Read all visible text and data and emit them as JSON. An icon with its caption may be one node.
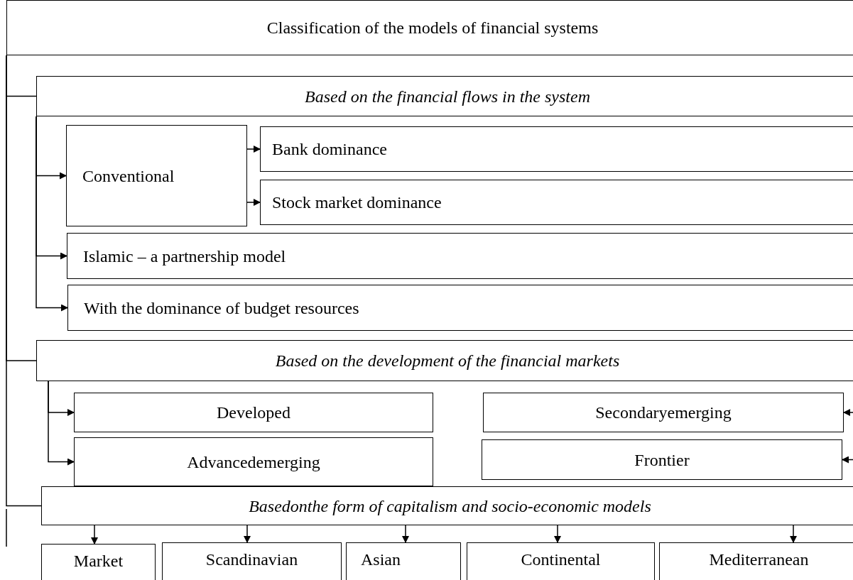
{
  "diagram": {
    "nodes": [
      {
        "text": [
          "Classification of the models of financial systems"
        ]
      },
      {
        "text": [
          "Based on the financial flows in the system"
        ]
      },
      {
        "text": [
          "Conventional"
        ]
      },
      {
        "text": [
          "Bank dominance"
        ]
      },
      {
        "text": [
          "Stock market dominance"
        ]
      },
      {
        "text": [
          "Islamic – a partnership model"
        ]
      },
      {
        "text": [
          "With the dominance of budget resources"
        ]
      },
      {
        "text": [
          "Based on the development of the financial markets"
        ]
      },
      {
        "text": [
          "Developed"
        ]
      },
      {
        "text": [
          "Advancedemerging"
        ]
      },
      {
        "text": [
          "Secondaryemerging"
        ]
      },
      {
        "text": [
          "Frontier"
        ]
      },
      {
        "text": [
          "Basedonthe form of capitalism and socio-economic models"
        ]
      },
      {
        "text": [
          "Market"
        ]
      },
      {
        "text": [
          "Scandinavian"
        ]
      },
      {
        "text": [
          "Asian"
        ]
      },
      {
        "text": [
          "Continental"
        ]
      },
      {
        "text": [
          "Mediterranean"
        ]
      }
    ],
    "edges": [
      {
        "from": 0,
        "to": 1,
        "arrow": "none"
      },
      {
        "from": 1,
        "to": 2,
        "arrow": "to"
      },
      {
        "from": 1,
        "to": 5,
        "arrow": "to"
      },
      {
        "from": 1,
        "to": 6,
        "arrow": "to"
      },
      {
        "from": 2,
        "to": 3,
        "arrow": "to"
      },
      {
        "from": 2,
        "to": 4,
        "arrow": "to"
      },
      {
        "from": 0,
        "to": 7,
        "arrow": "none"
      },
      {
        "from": 7,
        "to": 8,
        "arrow": "to"
      },
      {
        "from": 7,
        "to": 9,
        "arrow": "to"
      },
      {
        "from": null,
        "to": 10,
        "arrow": "to"
      },
      {
        "from": null,
        "to": 11,
        "arrow": "to"
      },
      {
        "from": 0,
        "to": 12,
        "arrow": "none"
      },
      {
        "from": 12,
        "to": 13,
        "arrow": "to"
      },
      {
        "from": 12,
        "to": 14,
        "arrow": "to"
      },
      {
        "from": 12,
        "to": 15,
        "arrow": "to"
      },
      {
        "from": 12,
        "to": 16,
        "arrow": "to"
      },
      {
        "from": 12,
        "to": 17,
        "arrow": "to"
      }
    ]
  }
}
